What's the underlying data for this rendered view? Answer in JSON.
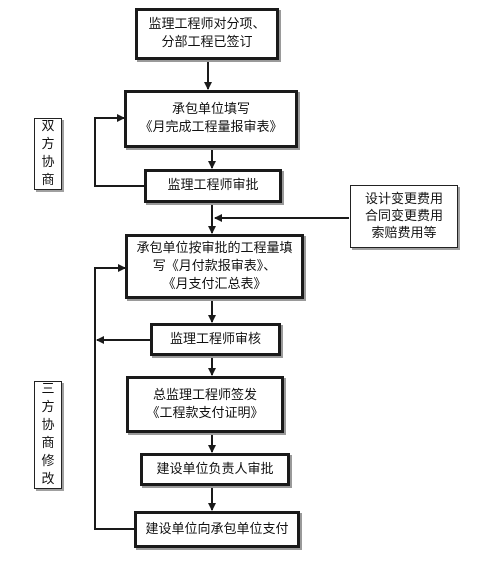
{
  "steps": {
    "s1": "监理工程师对分项、\n分部工程已签订",
    "s2": "承包单位填写\n《月完成工程量报审表》",
    "s3": "监理工程师审批",
    "s4": "承包单位按审批的工程量填\n写《月付款报审表》、\n《月支付汇总表》",
    "s5": "监理工程师审核",
    "s6": "总监理工程师签发\n《工程款支付证明》",
    "s7": "建设单位负责人审批",
    "s8": "建设单位向承包单位支付"
  },
  "side": {
    "negotiate_two": "双方协商",
    "change_costs": "设计变更费用\n合同变更费用\n索赔费用等",
    "negotiate_three": "三方协商修改"
  },
  "colors": {
    "line": "#1a1a1a",
    "shadow": "#9a9a9a"
  }
}
